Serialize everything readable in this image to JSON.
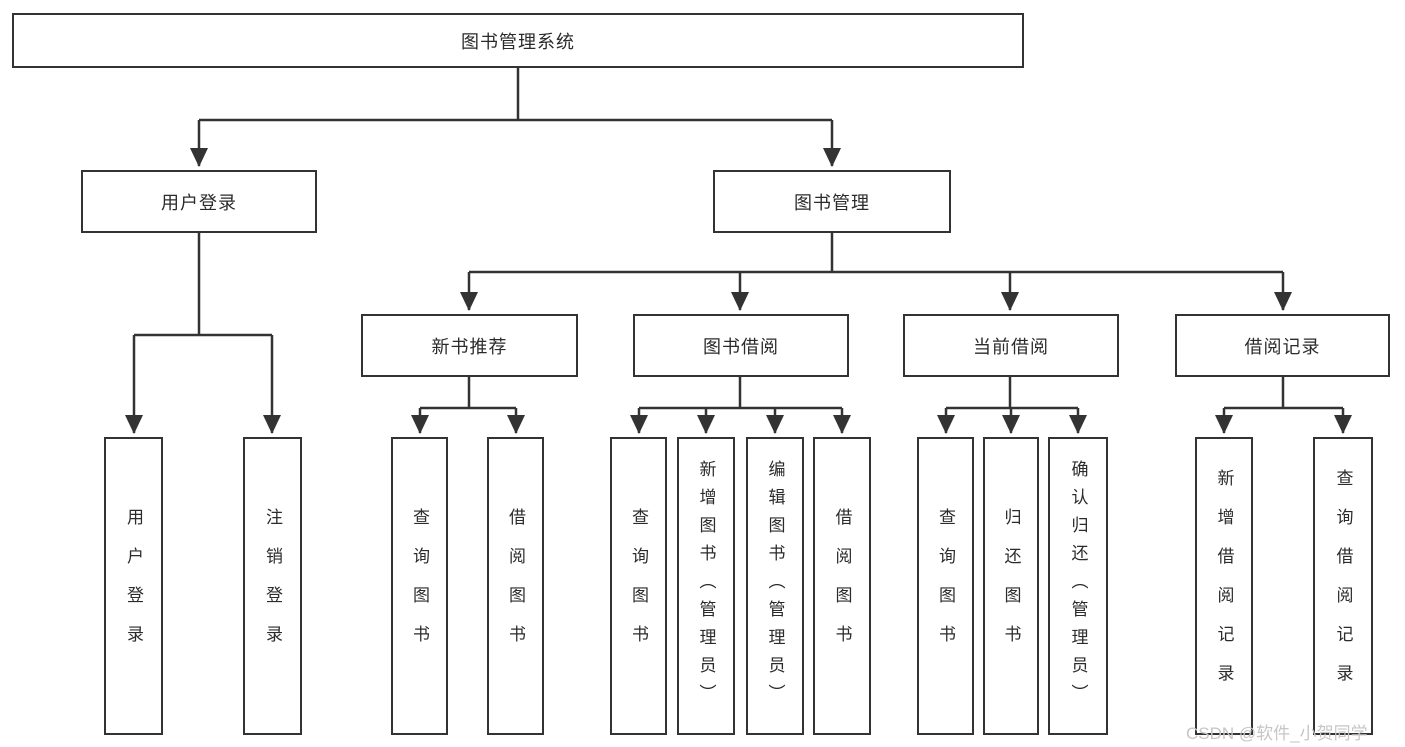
{
  "diagram_type": "hierarchy-tree",
  "colors": {
    "line": "#333333",
    "box_border": "#333333",
    "box_background": "#ffffff",
    "text": "#2b2b2b",
    "watermark": "#c6c6c6"
  },
  "tree": {
    "root": {
      "label": "图书管理系统",
      "children": [
        {
          "label": "用户登录",
          "children": [
            {
              "label": "用户登录"
            },
            {
              "label": "注销登录"
            }
          ]
        },
        {
          "label": "图书管理",
          "children": [
            {
              "label": "新书推荐",
              "children": [
                {
                  "label": "查询图书"
                },
                {
                  "label": "借阅图书"
                }
              ]
            },
            {
              "label": "图书借阅",
              "children": [
                {
                  "label": "查询图书"
                },
                {
                  "label": "新增图书（管理员）"
                },
                {
                  "label": "编辑图书（管理员）"
                },
                {
                  "label": "借阅图书"
                }
              ]
            },
            {
              "label": "当前借阅",
              "children": [
                {
                  "label": "查询图书"
                },
                {
                  "label": "归还图书"
                },
                {
                  "label": "确认归还（管理员）"
                }
              ]
            },
            {
              "label": "借阅记录",
              "children": [
                {
                  "label": "新增借阅记录"
                },
                {
                  "label": "查询借阅记录"
                }
              ]
            }
          ]
        }
      ]
    }
  },
  "watermark": {
    "text": "CSDN @软件_小贺同学"
  }
}
